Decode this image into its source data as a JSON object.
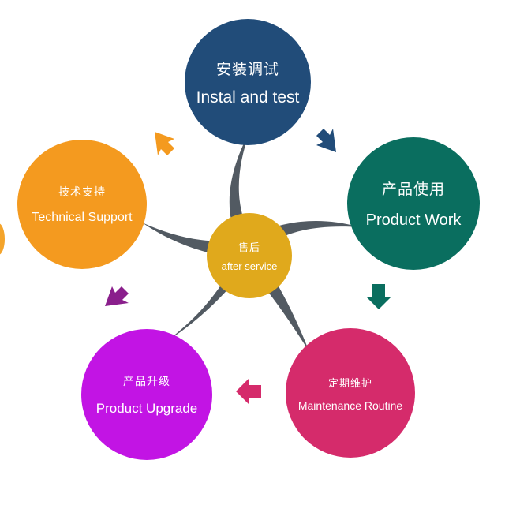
{
  "center": {
    "zh": "售后",
    "en": "after service",
    "color": "#e0a91c"
  },
  "steps": [
    {
      "zh": "安装调试",
      "en": "Instal and test",
      "color": "#214c79"
    },
    {
      "zh": "产品使用",
      "en": "Product Work",
      "color": "#0a6e5f"
    },
    {
      "zh": "定期维护",
      "en": "Maintenance Routine",
      "color": "#d52b6b"
    },
    {
      "zh": "产品升级",
      "en": "Product Upgrade",
      "color": "#c214e4"
    },
    {
      "zh": "技术支持",
      "en": "Technical Support",
      "color": "#f49a1f"
    }
  ],
  "arrows": [
    {
      "from": "Instal and test",
      "to": "Product Work",
      "color": "#214c79",
      "icon": "arrow-icon"
    },
    {
      "from": "Product Work",
      "to": "Maintenance Routine",
      "color": "#0a6e5f",
      "icon": "arrow-icon"
    },
    {
      "from": "Maintenance Routine",
      "to": "Product Upgrade",
      "color": "#d52b6b",
      "icon": "arrow-icon"
    },
    {
      "from": "Product Upgrade",
      "to": "Technical Support",
      "color": "#8a1f8c",
      "icon": "arrow-icon"
    },
    {
      "from": "Technical Support",
      "to": "Instal and test",
      "color": "#f49a1f",
      "icon": "arrow-icon"
    }
  ],
  "arm_color": "#525a62"
}
